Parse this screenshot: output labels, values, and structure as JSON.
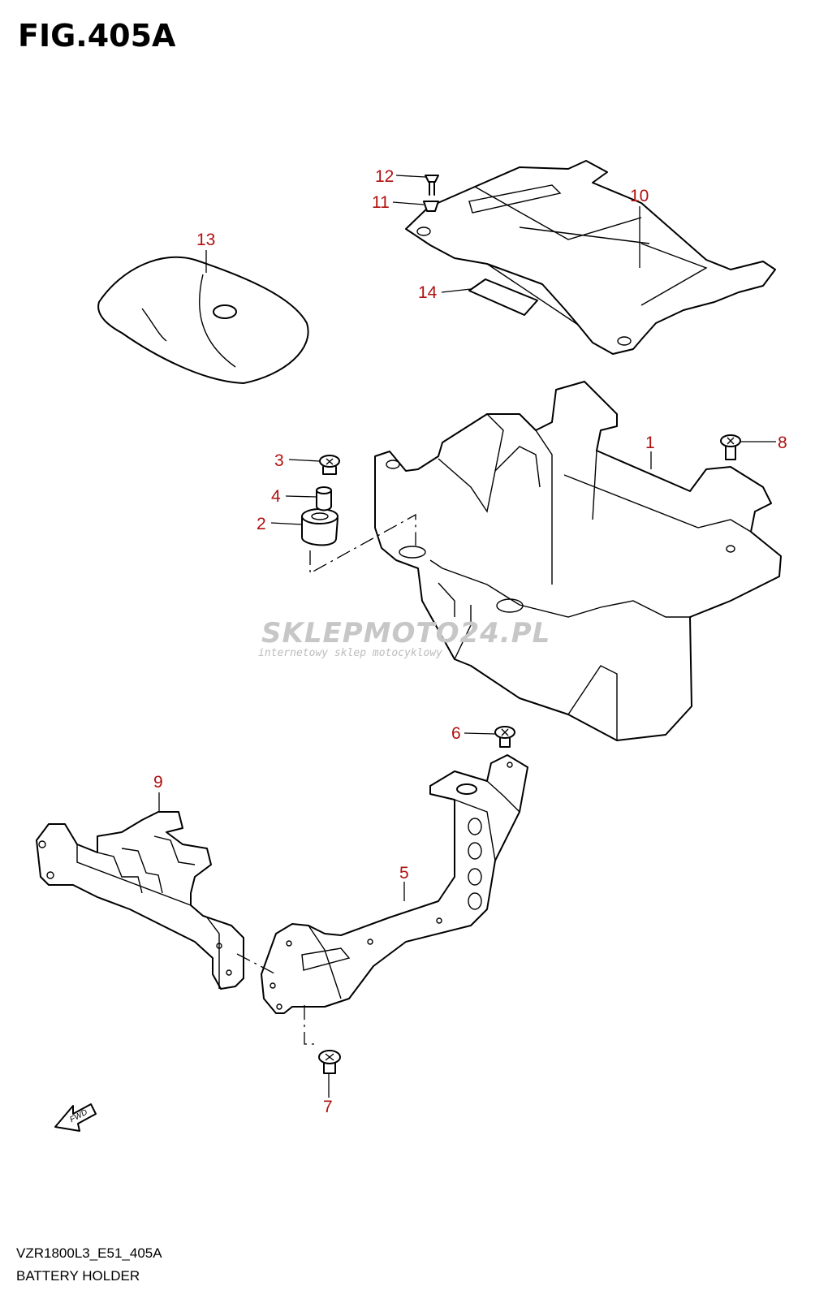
{
  "figure": {
    "title": "FIG.405A",
    "model_code": "VZR1800L3_E51_405A",
    "section_name": "BATTERY HOLDER"
  },
  "watermark": {
    "brand": "SKLEPMOTO24.PL",
    "tagline": "internetowy sklep motocyklowy"
  },
  "fwd_label": "FWD",
  "callouts": [
    "1",
    "2",
    "3",
    "4",
    "5",
    "6",
    "7",
    "8",
    "9",
    "10",
    "11",
    "12",
    "13",
    "14"
  ],
  "colors": {
    "callout": "#b01010",
    "line": "#000000",
    "watermark": "#c7c7c7"
  }
}
